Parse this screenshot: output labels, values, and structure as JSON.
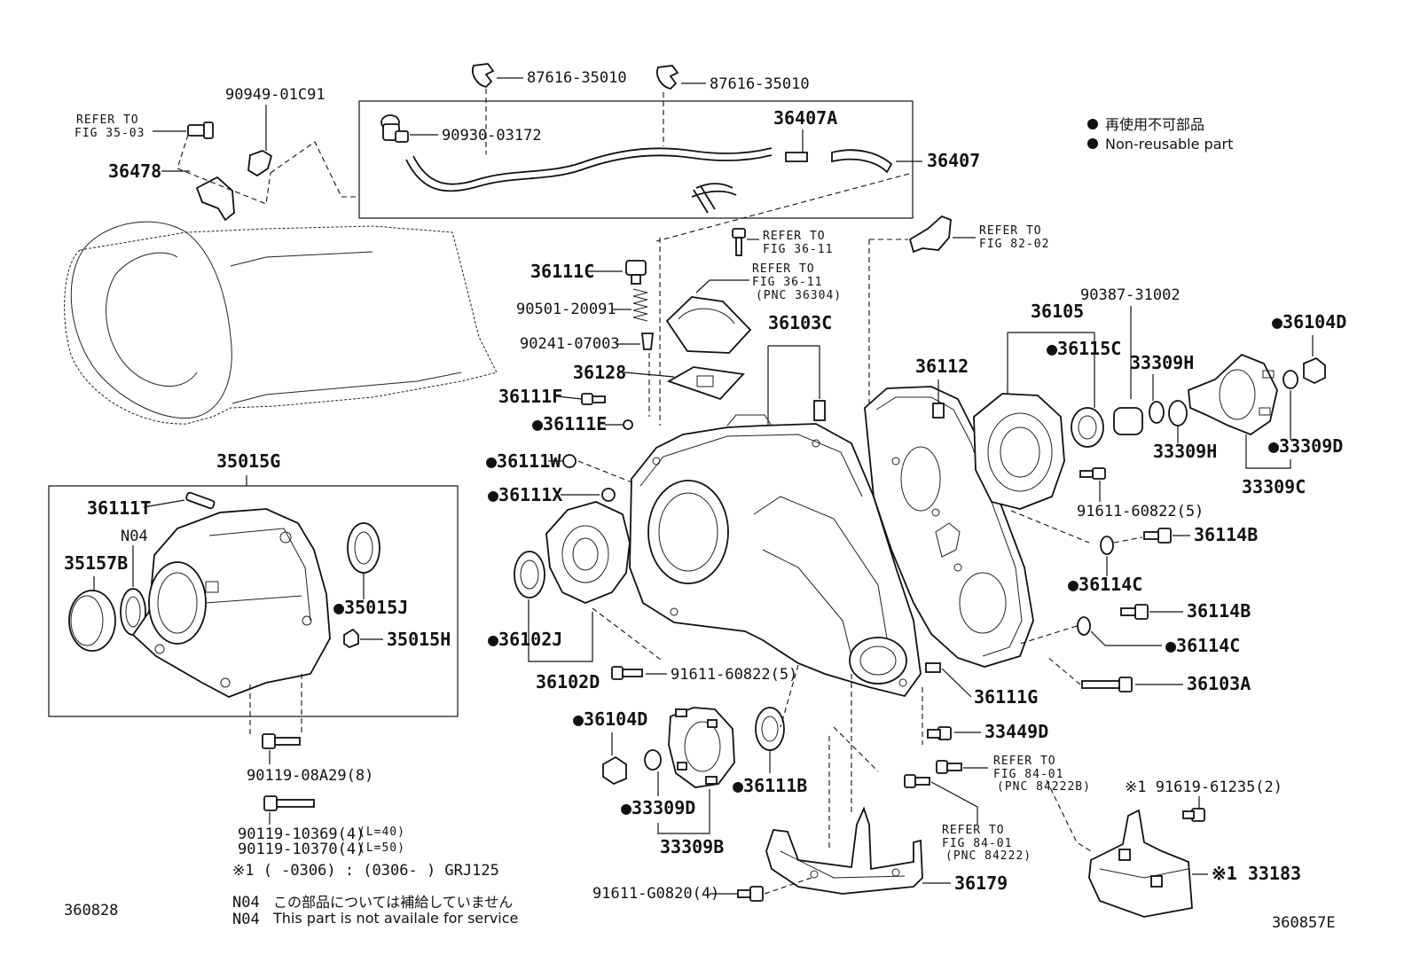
{
  "figure_id_left": "360828",
  "figure_id_right": "360857E",
  "legend": {
    "jp": "再使用不可部品",
    "en": "Non-reusable part"
  },
  "refs": {
    "fig3503": [
      "REFER TO",
      "FIG 35-03"
    ],
    "fig3611a": [
      "REFER TO",
      "FIG 36-11"
    ],
    "fig3611b": [
      "REFER TO",
      "FIG 36-11",
      "(PNC 36304)"
    ],
    "fig8202": [
      "REFER TO",
      "FIG 82-02"
    ],
    "fig8401a": [
      "REFER TO",
      "FIG 84-01",
      "(PNC 84222B)"
    ],
    "fig8401b": [
      "REFER TO",
      "FIG 84-01",
      "(PNC 84222)"
    ]
  },
  "labels": {
    "p90949": "90949-01C91",
    "p36478": "36478",
    "p87616a": "87616-35010",
    "p87616b": "87616-35010",
    "p90930": "90930-03172",
    "p36407A": "36407A",
    "p36407": "36407",
    "p36111C": "36111C",
    "p90501": "90501-20091",
    "p90241": "90241-07003",
    "p36128": "36128",
    "p36111F": "36111F",
    "p36111E": "●36111E",
    "p36111W": "●36111W",
    "p36111X": "●36111X",
    "p36103C": "36103C",
    "p36112": "36112",
    "p36105": "36105",
    "p90387": "90387-31002",
    "p36115C": "●36115C",
    "p33309H1": "33309H",
    "p33309H2": "33309H",
    "p36104D1": "●36104D",
    "p33309D1": "●33309D",
    "p33309C": "33309C",
    "p91611a": "91611-60822(5)",
    "p36114B1": "36114B",
    "p36114C1": "●36114C",
    "p36114B2": "36114B",
    "p36114C2": "●36114C",
    "p36103A": "36103A",
    "p36111G": "36111G",
    "p33449D": "33449D",
    "p35015G": "35015G",
    "p36111T": "36111T",
    "pN04": "N04",
    "p35157B": "35157B",
    "p35015J": "●35015J",
    "p35015H": "35015H",
    "p36102J": "●36102J",
    "p36102D": "36102D",
    "p91611b": "91611-60822(5)",
    "p90119a": "90119-08A29(8)",
    "p90119b": "90119-10369(4)",
    "p90119b_n": "(L=40)",
    "p90119c": "90119-10370(4)",
    "p90119c_n": "(L=50)",
    "p36104D2": "●36104D",
    "p33309D2": "●33309D",
    "p33309B": "33309B",
    "p36111B": "●36111B",
    "p36179": "36179",
    "p91611c": "91611-G0820(4)",
    "p91619": "※1 91619-61235(2)",
    "p33183": "※1 33183"
  },
  "footnotes": {
    "star_note": "※1 (    -0306) : (0306-      ) GRJ125",
    "n04_jp_code": "N04",
    "n04_jp": "この部品については補給していません",
    "n04_en_code": "N04",
    "n04_en": "This part is not availale for service"
  }
}
